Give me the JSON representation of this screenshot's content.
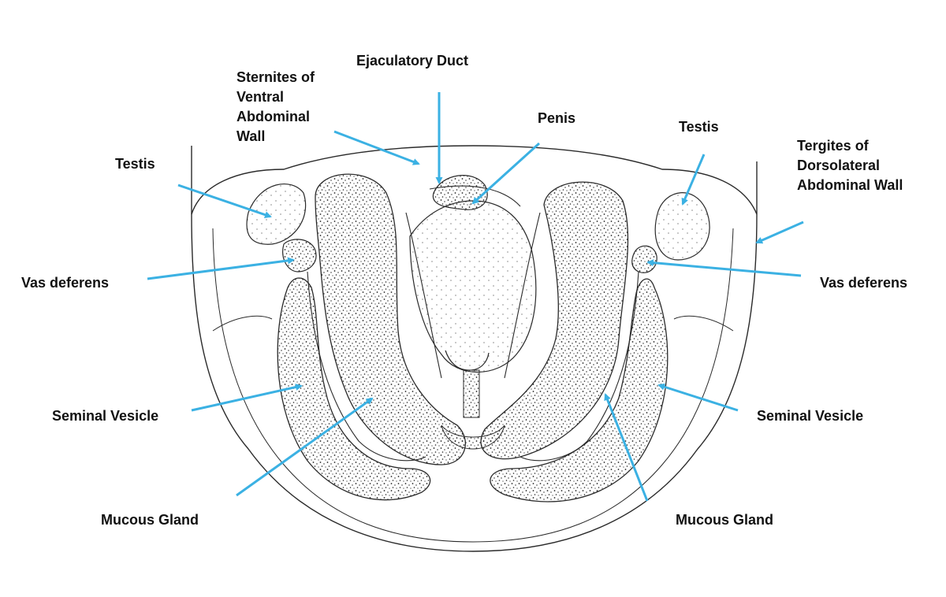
{
  "colors": {
    "arrow": "#3bb1e3",
    "outline": "#2a2a2a",
    "label": "#111111"
  },
  "labels": {
    "ejaculatory_duct": "Ejaculatory Duct",
    "sternites": "Sternites of\nVentral\nAbdominal\nWall",
    "penis": "Penis",
    "testis_left": "Testis",
    "testis_right": "Testis",
    "tergites": "Tergites of\nDorsolateral\nAbdominal Wall",
    "vas_deferens_left": "Vas deferens",
    "vas_deferens_right": "Vas deferens",
    "seminal_vesicle_left": "Seminal Vesicle",
    "seminal_vesicle_right": "Seminal Vesicle",
    "mucous_gland_left": "Mucous Gland",
    "mucous_gland_right": "Mucous Gland"
  }
}
